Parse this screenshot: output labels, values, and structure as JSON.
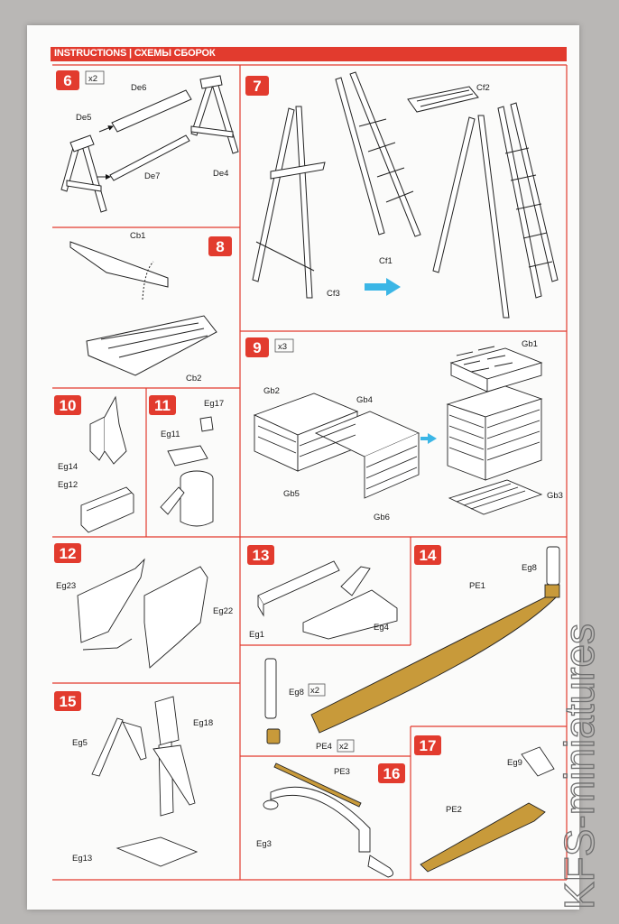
{
  "header": {
    "title": "INSTRUCTIONS | СХЕМЫ СБОРОК"
  },
  "steps": [
    {
      "number": "6",
      "multiplier": "x2",
      "labels": [
        "De6",
        "De5",
        "De7",
        "De4"
      ]
    },
    {
      "number": "7",
      "labels": [
        "Cf2",
        "Cf1",
        "Cf3"
      ]
    },
    {
      "number": "8",
      "labels": [
        "Cb1",
        "Cb2"
      ]
    },
    {
      "number": "9",
      "multiplier": "x3",
      "labels": [
        "Gb1",
        "Gb2",
        "Gb4",
        "Gb5",
        "Gb6",
        "Gb3"
      ]
    },
    {
      "number": "10",
      "labels": [
        "Eg14",
        "Eg12"
      ]
    },
    {
      "number": "11",
      "labels": [
        "Eg17",
        "Eg11"
      ]
    },
    {
      "number": "12",
      "labels": [
        "Eg23",
        "Eg22"
      ]
    },
    {
      "number": "13",
      "labels": [
        "Eg1",
        "Eg4"
      ]
    },
    {
      "number": "14",
      "labels": [
        "Eg8",
        "PE1",
        "Eg8",
        "PE4"
      ],
      "multipliers": [
        "x2",
        "x2"
      ]
    },
    {
      "number": "15",
      "labels": [
        "Eg18",
        "Eg5",
        "Eg13"
      ]
    },
    {
      "number": "16",
      "labels": [
        "PE3",
        "Eg3"
      ]
    },
    {
      "number": "17",
      "labels": [
        "Eg9",
        "PE2"
      ]
    }
  ],
  "watermark": "KFS-miniatures",
  "colors": {
    "accent": "#e23b2e",
    "arrow": "#3bb6e6",
    "brass": "#c89a3a"
  }
}
